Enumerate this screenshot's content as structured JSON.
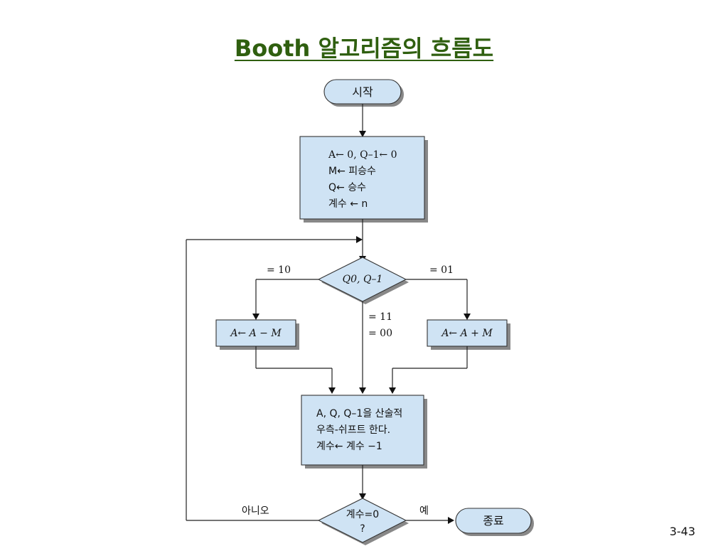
{
  "title": "Booth 알고리즘의 흐름도",
  "page_number": "3-43",
  "start": {
    "label": "시작"
  },
  "init": {
    "line1": "A← 0, Q–1← 0",
    "line2": "M← 피승수",
    "line3": "Q← 승수",
    "line4": "계수 ← n"
  },
  "decision1": {
    "label": "Q0, Q–1"
  },
  "branch": {
    "left_label": "= 10",
    "right_label": "= 01",
    "middle_label1": "= 11",
    "middle_label2": "= 00"
  },
  "subtract": {
    "label": "A← A − M"
  },
  "add": {
    "label": "A← A + M"
  },
  "shift": {
    "line1": "A, Q, Q–1을 산술적",
    "line2": "우측-쉬프트 한다.",
    "line3": "계수← 계수 −1"
  },
  "decision2": {
    "line1": "계수=0",
    "line2": "?"
  },
  "loop": {
    "no_label": "아니오",
    "yes_label": "예"
  },
  "end": {
    "label": "종료"
  }
}
